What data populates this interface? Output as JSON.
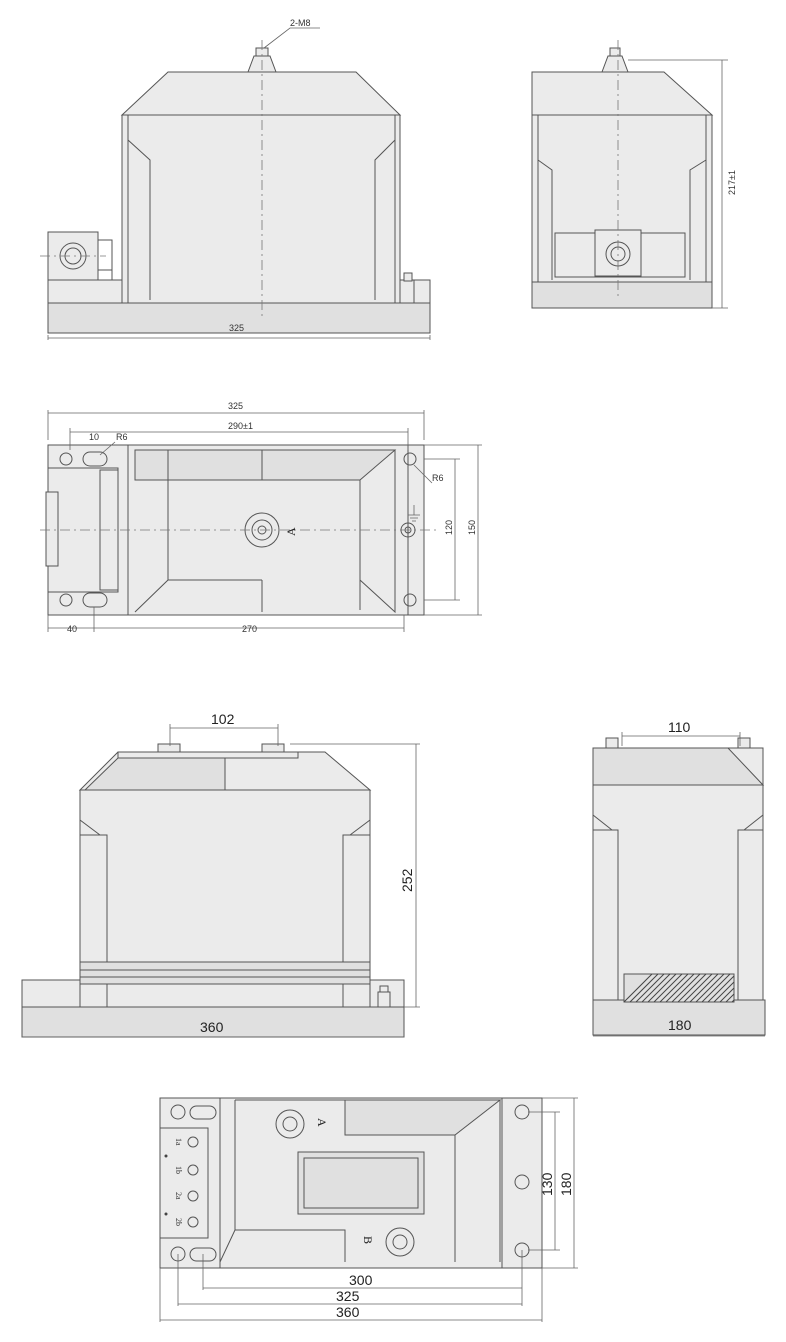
{
  "view1": {
    "label_top": "2-M8",
    "dim_width": "325"
  },
  "view2": {
    "dim_height": "217±1"
  },
  "view3": {
    "dim_overall": "325",
    "dim_inner": "290±1",
    "dim_slot": "10",
    "radius_left": "R6",
    "radius_right": "R6",
    "dim_left": "40",
    "dim_bottom": "270",
    "dim_h1": "120",
    "dim_h2": "150",
    "terminal": "A"
  },
  "view4": {
    "dim_top": "102",
    "dim_height": "252",
    "dim_width": "360"
  },
  "view5": {
    "dim_top": "110",
    "dim_width": "180"
  },
  "view6": {
    "terminal_a": "A",
    "terminal_b": "B",
    "sec_terminals": [
      "1a",
      "1b",
      "2a",
      "2b"
    ],
    "dim_300": "300",
    "dim_325": "325",
    "dim_360": "360",
    "dim_130": "130",
    "dim_180": "180"
  }
}
